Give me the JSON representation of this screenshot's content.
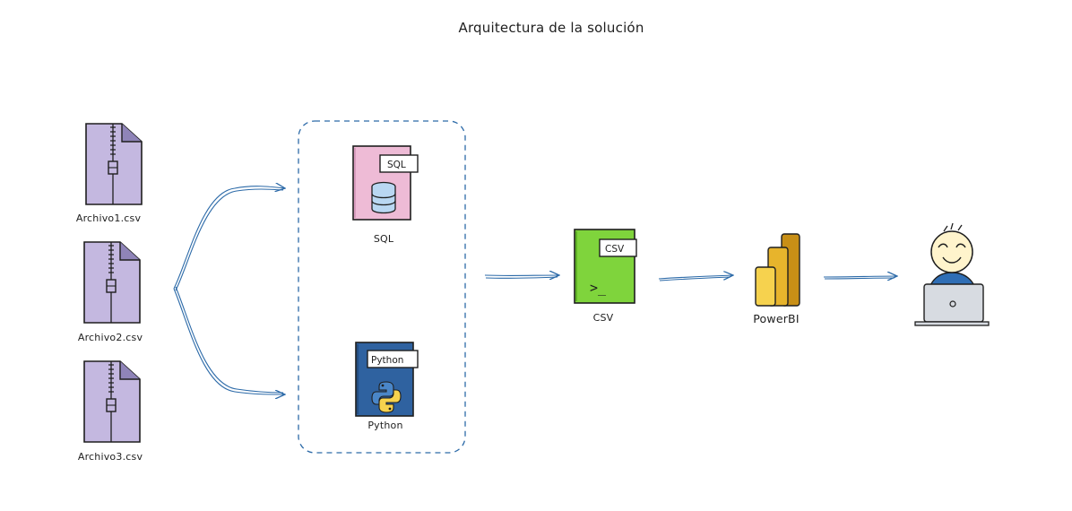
{
  "title": "Arquitectura de la solución",
  "files": [
    {
      "label": "Archivo1.csv"
    },
    {
      "label": "Archivo2.csv"
    },
    {
      "label": "Archivo3.csv"
    }
  ],
  "processing": {
    "sql": {
      "tag": "SQL",
      "label": "SQL"
    },
    "python": {
      "tag": "Python",
      "label": "Python"
    }
  },
  "output_csv": {
    "tag": "CSV",
    "label": "CSV",
    "prompt": ">_"
  },
  "powerbi": {
    "label": "PowerBI"
  },
  "colors": {
    "file_fill": "#c4b8e0",
    "sql_fill": "#eebbd6",
    "python_fill": "#2f62a0",
    "csv_fill": "#7fd43c",
    "powerbi_dark": "#c88f16",
    "powerbi_mid": "#e7b42c",
    "powerbi_light": "#f6d24e",
    "user_fill": "#2f6eb5",
    "face_fill": "#fff4cc",
    "arrow": "#2c6aa8",
    "stroke": "#1e1e1e"
  }
}
